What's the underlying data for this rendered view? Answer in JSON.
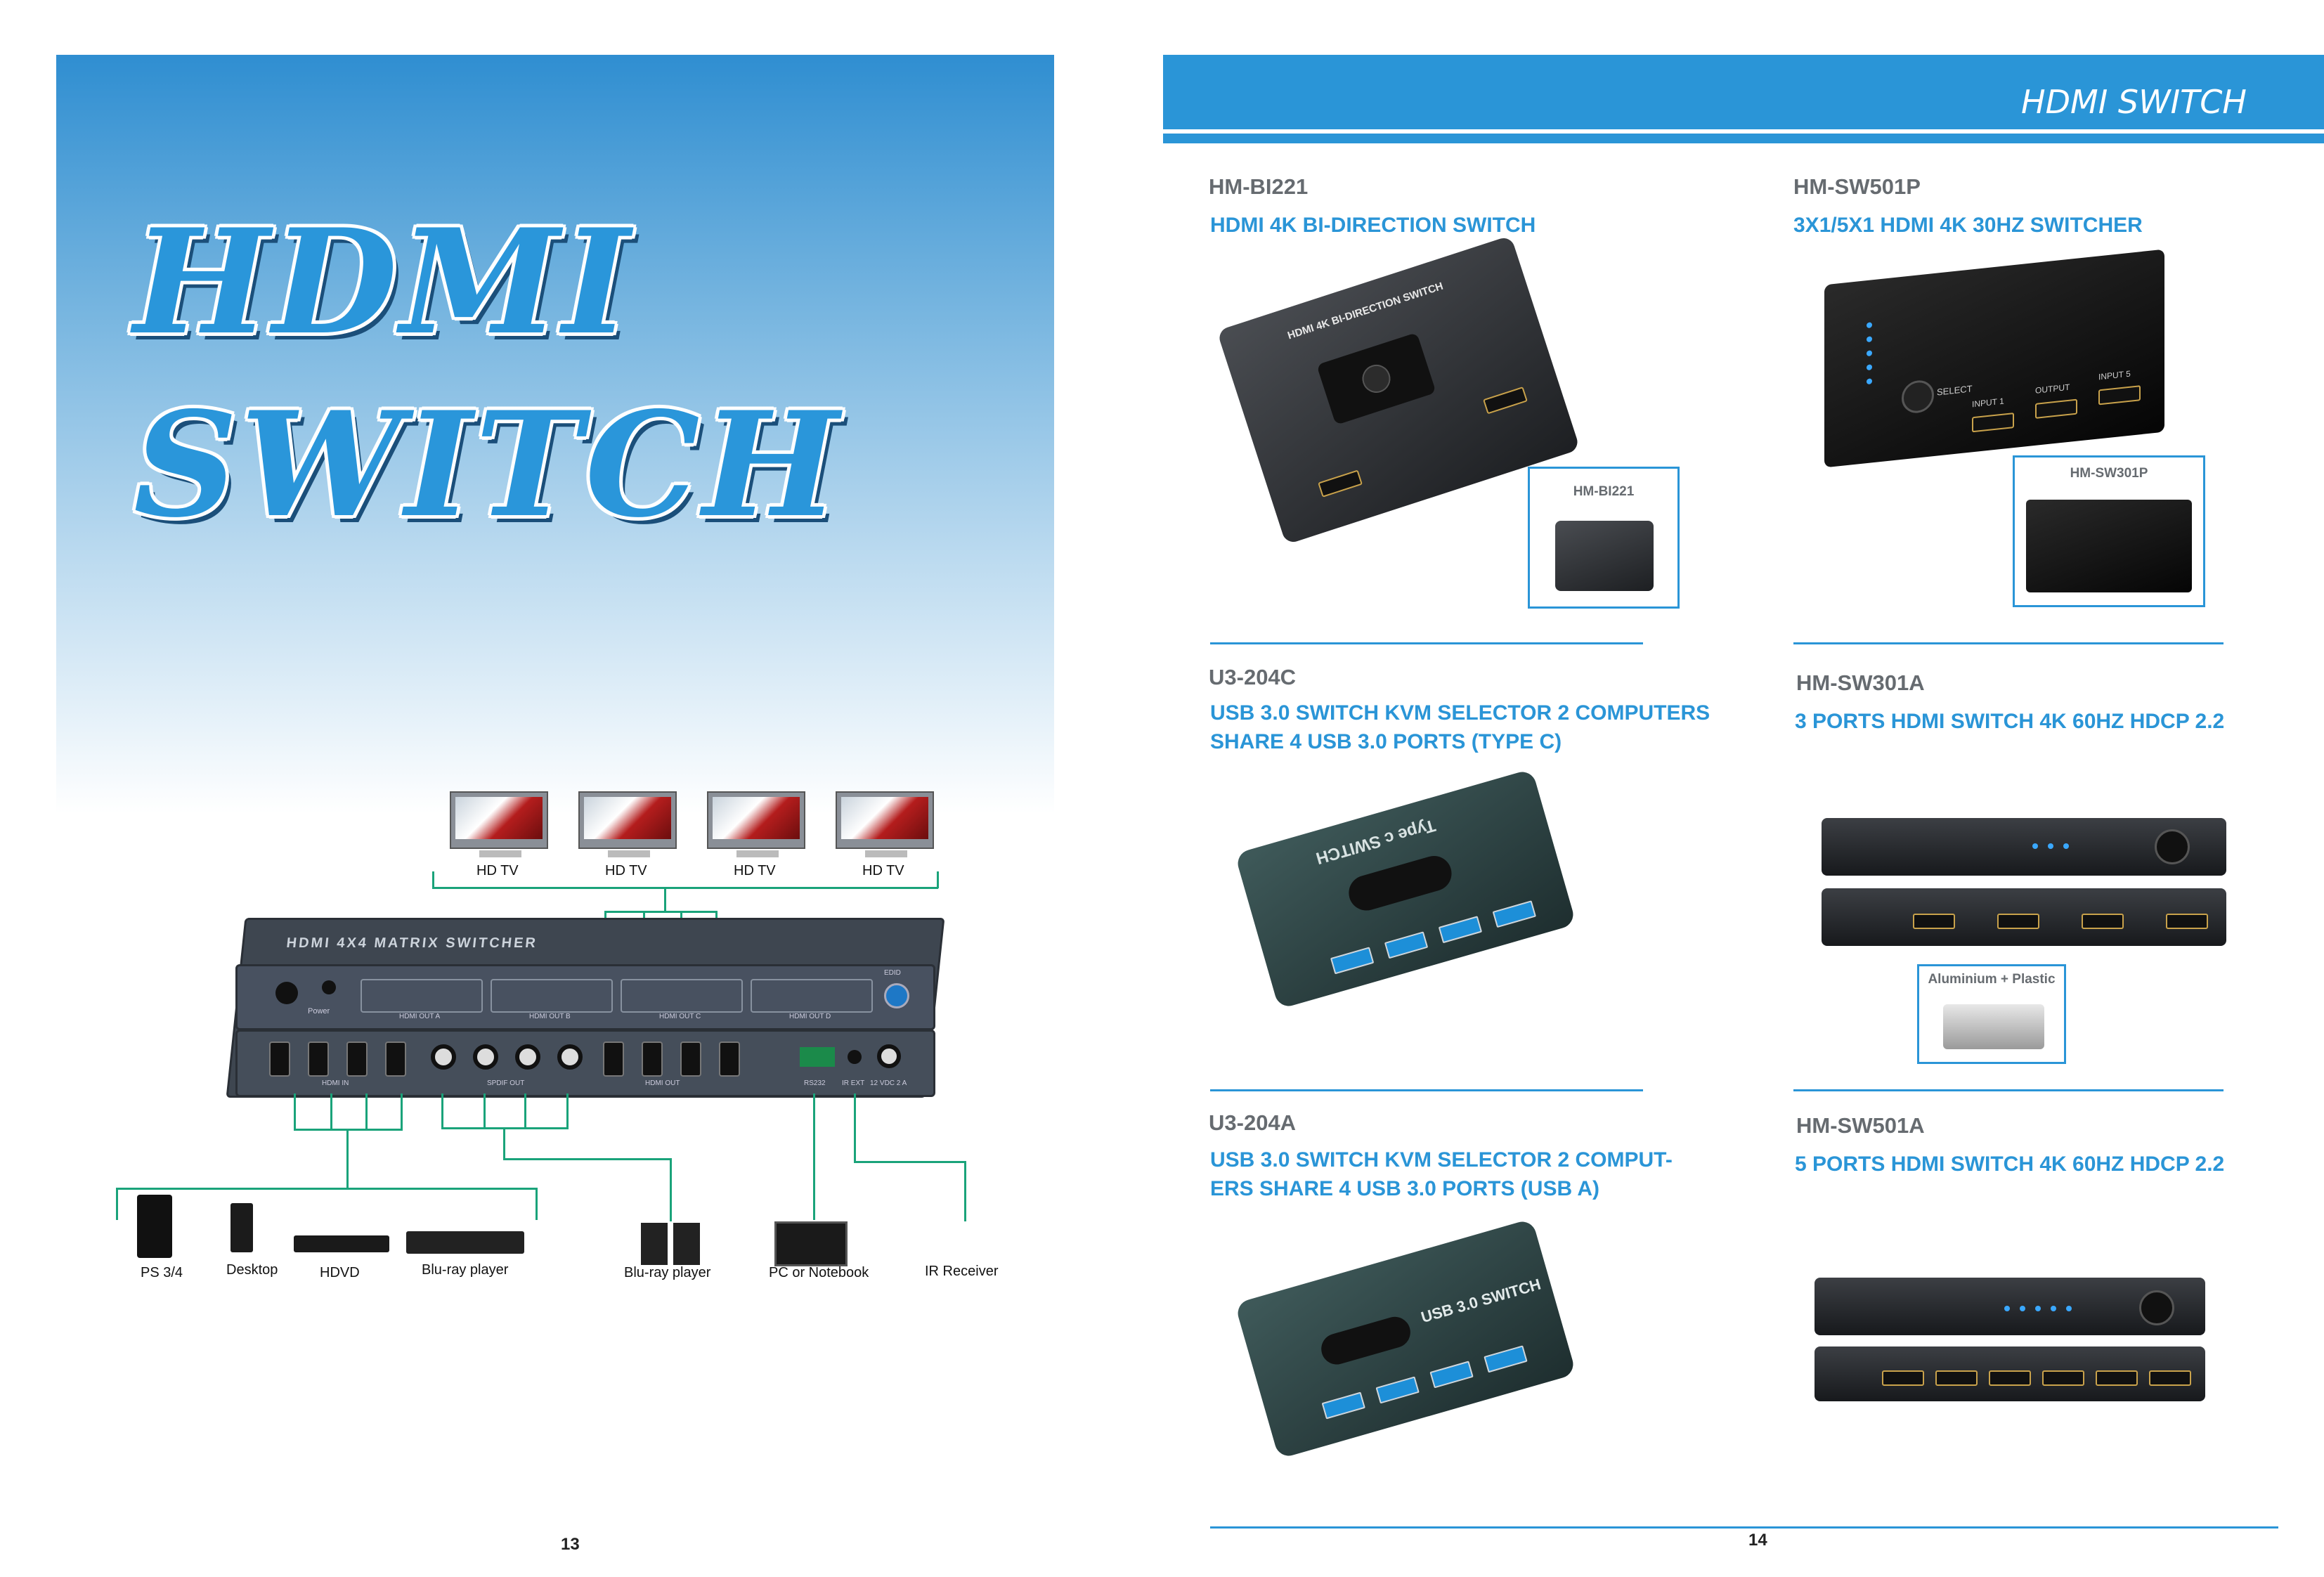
{
  "left_page": {
    "title_line1": "HDMI",
    "title_line2": "SWITCH",
    "diagram": {
      "device_label": "HDMI 4X4 MATRIX SWITCHER",
      "outputs": [
        "HD TV",
        "HD TV",
        "HD TV",
        "HD TV"
      ],
      "sources": [
        "PS 3/4",
        "Desktop",
        "HDVD",
        "Blu-ray player",
        "Blu-ray player",
        "PC or Notebook",
        "IR Receiver"
      ],
      "panel_labels": {
        "power": "Power",
        "hdmi_out_a": "HDMI OUT A",
        "hdmi_out_b": "HDMI OUT B",
        "hdmi_out_c": "HDMI OUT C",
        "hdmi_out_d": "HDMI OUT D",
        "hdmi_in": "HDMI IN",
        "spdif_out": "SPDIF OUT",
        "hdmi_out": "HDMI OUT",
        "rs232": "RS232",
        "ir_ext": "IR EXT",
        "power_in": "12 VDC 2 A",
        "edid": "EDID"
      }
    },
    "page_number": "13"
  },
  "right_page": {
    "header_title": "HDMI SWITCH",
    "products": [
      {
        "code": "HM-BI221",
        "title": "HDMI 4K BI-DIRECTION SWITCH",
        "thumb_label": "HM-BI221",
        "print": "HDMI 4K BI-DIRECTION SWITCH"
      },
      {
        "code": "HM-SW501P",
        "title": "3X1/5X1 HDMI 4K 30HZ SWITCHER",
        "thumb_label": "HM-SW301P",
        "ports": [
          "INPUT 1",
          "OUTPUT",
          "INPUT 5"
        ],
        "select": "SELECT"
      },
      {
        "code": "U3-204C",
        "title_line1": "USB 3.0 SWITCH KVM SELECTOR 2 COMPUTERS",
        "title_line2": "SHARE 4 USB 3.0 PORTS (TYPE C)",
        "print": "Type c SWITCH"
      },
      {
        "code": "HM-SW301A",
        "title": "3 PORTS HDMI SWITCH 4K 60HZ HDCP 2.2",
        "thumb_label": "Aluminium + Plastic"
      },
      {
        "code": "U3-204A",
        "title_line1": "USB 3.0 SWITCH KVM SELECTOR 2 COMPUT-",
        "title_line2": "ERS SHARE 4 USB 3.0 PORTS (USB A)",
        "print": "USB 3.0 SWITCH"
      },
      {
        "code": "HM-SW501A",
        "title": "5 PORTS HDMI SWITCH 4K 60HZ HDCP 2.2"
      }
    ],
    "page_number": "14"
  },
  "colors": {
    "accent": "#2a95d7",
    "code_gray": "#666b70",
    "connector_green": "#1aa37a"
  }
}
